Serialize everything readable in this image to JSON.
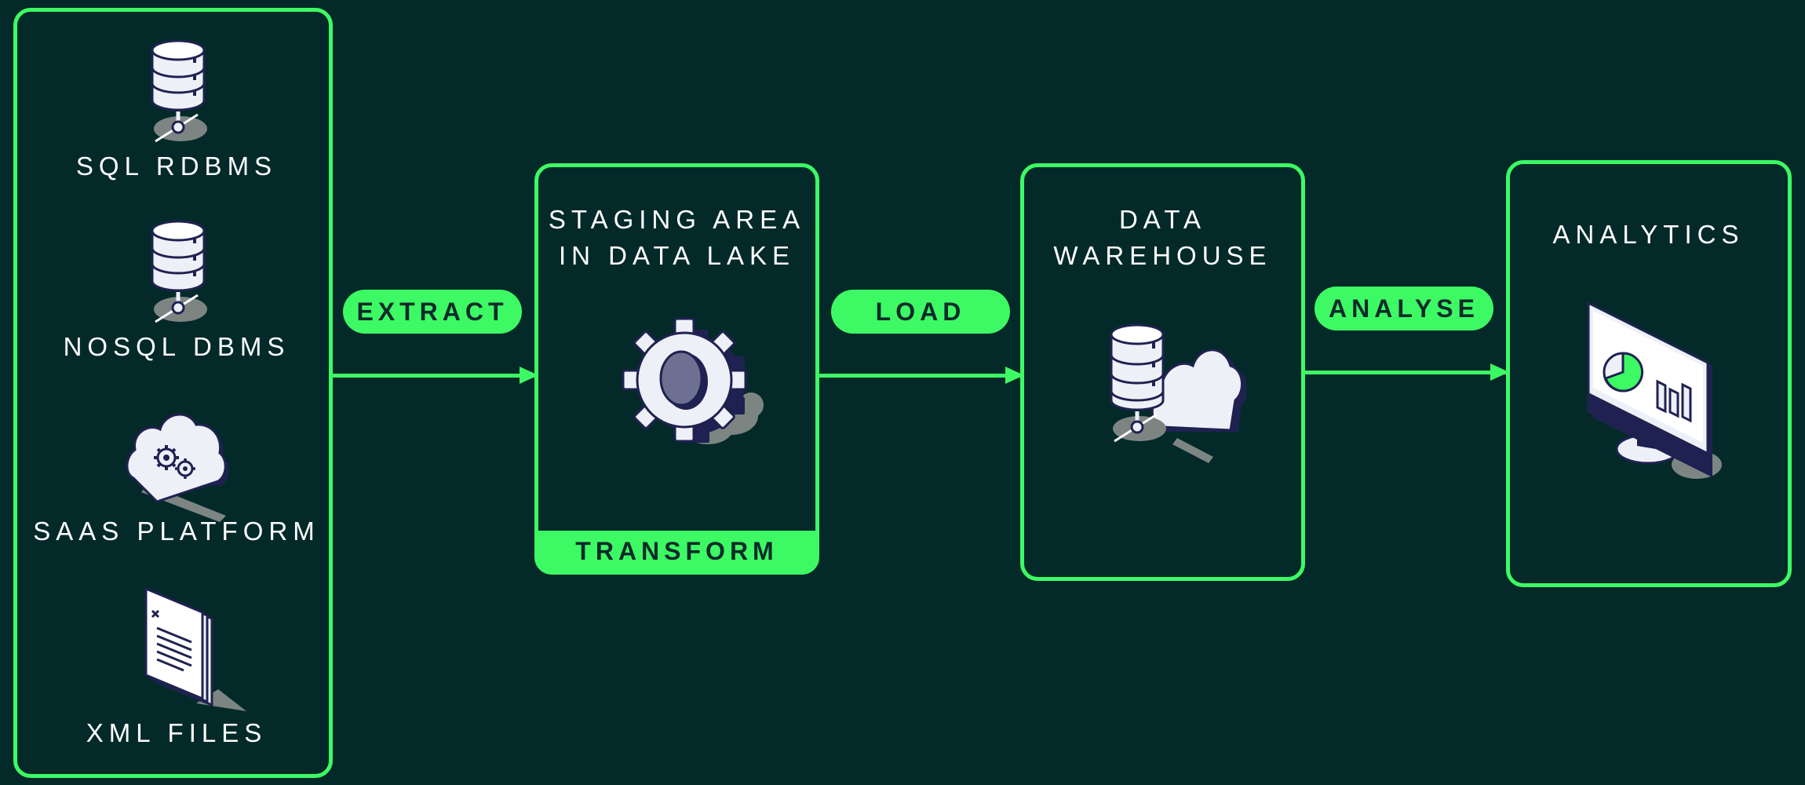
{
  "sources": {
    "items": [
      {
        "label": "SQL RDBMS",
        "icon": "database-icon"
      },
      {
        "label": "NOSQL DBMS",
        "icon": "database-icon"
      },
      {
        "label": "SAAS PLATFORM",
        "icon": "cloud-gears-icon"
      },
      {
        "label": "XML FILES",
        "icon": "document-stack-icon"
      }
    ]
  },
  "steps": {
    "extract": "EXTRACT",
    "load": "LOAD",
    "analyse": "ANALYSE"
  },
  "staging": {
    "title_line1": "STAGING AREA",
    "title_line2": "IN DATA LAKE",
    "transform": "TRANSFORM",
    "icon": "gear-icon"
  },
  "warehouse": {
    "title_line1": "DATA",
    "title_line2": "WAREHOUSE",
    "icon": "database-cloud-icon"
  },
  "analytics": {
    "title": "ANALYTICS",
    "icon": "monitor-chart-icon"
  },
  "colors": {
    "background": "#032a29",
    "accent": "#3dfa64",
    "text": "#ffffff",
    "pill_text": "#0b2b2a",
    "icon_fill": "#eef0f8",
    "icon_stroke": "#1f2250",
    "shadow": "#7d8583"
  }
}
